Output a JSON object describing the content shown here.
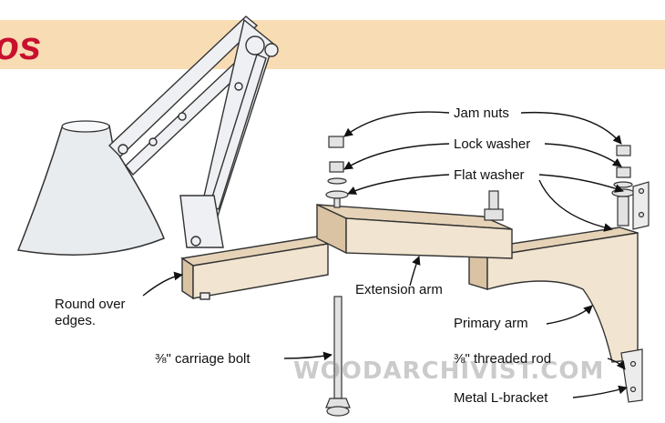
{
  "banner": {
    "text": "os",
    "color": "#c8102e",
    "background": "#f8dcb4"
  },
  "labels": {
    "jam_nuts": "Jam nuts",
    "lock_washer": "Lock washer",
    "flat_washer": "Flat washer",
    "extension_arm": "Extension arm",
    "round_over_line1": "Round over",
    "round_over_line2": "edges.",
    "primary_arm": "Primary arm",
    "carriage_bolt": "⅜\" carriage bolt",
    "threaded_rod": "⅜\" threaded rod",
    "metal_l_bracket": "Metal L-bracket"
  },
  "watermark": "WOODARCHIVIST.COM",
  "colors": {
    "wood": "#f1e4d0",
    "wood_dark": "#d9c3a3",
    "lamp": "#e9ecef",
    "line": "#333333"
  }
}
